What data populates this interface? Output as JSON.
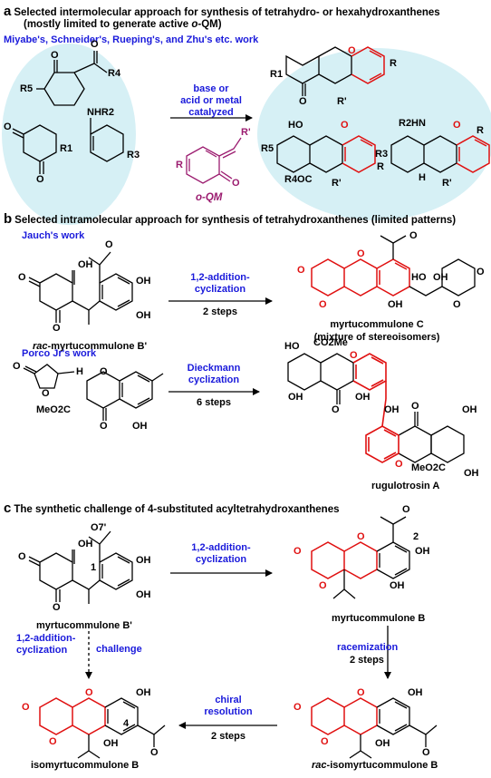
{
  "section_a": {
    "letter": "a",
    "title": "Selected intermolecular approach for synthesis of tetrahydro- or hexahydroxanthenes",
    "subtitle_pre": "(mostly limited to generate active ",
    "subtitle_em": "o",
    "subtitle_post": "-QM)",
    "authors": "Miyabe's, Schneider's, Rueping's, and Zhu's etc. work",
    "arrow_label": [
      "base or",
      "acid or metal",
      "catalyzed"
    ],
    "oqm_label": "o-QM",
    "atoms": {
      "O": "O",
      "R5": "R5",
      "R4": "R4",
      "R1": "R1",
      "R3": "R3",
      "NHR2": "NHR2",
      "R": "R",
      "Rp": "R'",
      "HO": "HO",
      "R4OC": "R4OC",
      "R2HN": "R2HN",
      "H": "H"
    }
  },
  "section_b": {
    "letter": "b",
    "title": "Selected intramolecular approach for synthesis of tetrahydroxanthenes (limited patterns)",
    "jauch": "Jauch's  work",
    "jauch_arrow_top": [
      "1,2-addition-",
      "cyclization"
    ],
    "jauch_arrow_bottom": "2 steps",
    "rac_prefix": "rac",
    "rac_name": "-myrtucommulone B'",
    "myrt_c": "myrtucommulone C",
    "myrt_c_note": "(mixture of stereoisomers)",
    "porco": "Porco Jr's work",
    "porco_arrow_top": [
      "Dieckmann",
      "cyclization"
    ],
    "porco_arrow_bottom": "6 steps",
    "rugulotrosin": "rugulotrosin A",
    "atoms": {
      "OH": "OH",
      "O": "O",
      "H": "H",
      "MeO2C": "MeO2C",
      "CO2Me": "CO2Me",
      "HO": "HO"
    }
  },
  "section_c": {
    "letter": "c",
    "title": "The synthetic challenge of 4-substituted acyltetrahydroxanthenes",
    "myrt_bp": "myrtucommulone B'",
    "myrt_b": "myrtucommulone B",
    "arrow1_top": [
      "1,2-addition-",
      "cyclization"
    ],
    "arrow2_left": [
      "1,2-addition-",
      "cyclization"
    ],
    "challenge": "challenge",
    "racem": "racemization",
    "racem_steps": "2 steps",
    "chiral": [
      "chiral",
      "resolution"
    ],
    "chiral_steps": "2 steps",
    "iso_b": "isomyrtucommulone B",
    "rac_prefix": "rac",
    "rac_iso": "-isomyrtucommulone B",
    "atoms": {
      "O7": "O7'",
      "n1": "1",
      "n2": "2",
      "n4": "4",
      "OH": "OH",
      "O": "O"
    }
  }
}
